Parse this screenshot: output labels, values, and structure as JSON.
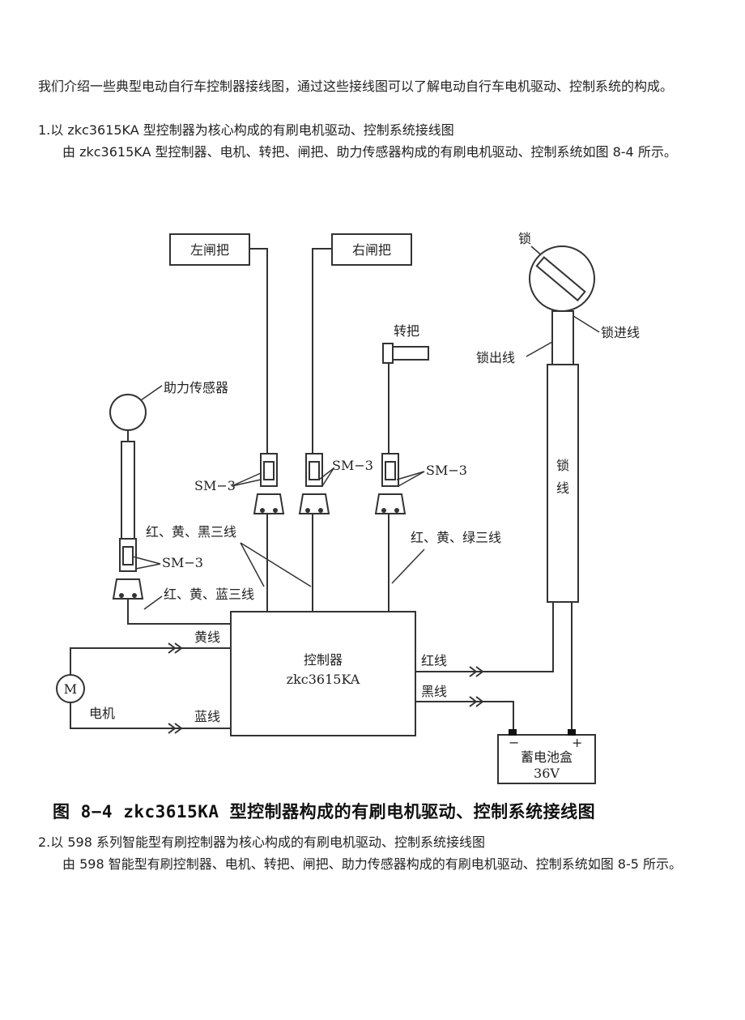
{
  "intro_text": "我们介绍一些典型电动自行车控制器接线图，通过这些接线图可以了解电动自行车电机驱动、控制系统的构成。",
  "section1": {
    "heading": "1.以 zkc3615KA 型控制器为核心构成的有刷电机驱动、控制系统接线图",
    "body": "由 zkc3615KA 型控制器、电机、转把、闸把、助力传感器构成的有刷电机驱动、控制系统如图 8-4 所示。"
  },
  "diagram": {
    "left_brake": "左闸把",
    "right_brake": "右闸把",
    "throttle": "转把",
    "lock": "锁",
    "lock_in_wire": "锁进线",
    "lock_out_wire": "锁出线",
    "lock_wire_1": "锁",
    "lock_wire_2": "线",
    "assist_sensor": "助力传感器",
    "connector": "SM−3",
    "wires_red_yellow_black": "红、黄、黑三线",
    "wires_red_yellow_green": "红、黄、绿三线",
    "wires_red_yellow_blue": "红、黄、蓝三线",
    "yellow_wire": "黄线",
    "blue_wire": "蓝线",
    "red_wire": "红线",
    "black_wire": "黑线",
    "motor_symbol": "M",
    "motor": "电机",
    "controller": "控制器",
    "controller_model": "zkc3615KA",
    "battery": "蓄电池盒",
    "battery_voltage": "36V",
    "minus": "−",
    "plus": "+"
  },
  "caption": "图 8−4 zkc3615KA 型控制器构成的有刷电机驱动、控制系统接线图",
  "section2": {
    "heading": "2.以 598 系列智能型有刷控制器为核心构成的有刷电机驱动、控制系统接线图",
    "body": "由 598 智能型有刷控制器、电机、转把、闸把、助力传感器构成的有刷电机驱动、控制系统如图 8-5 所示。"
  }
}
